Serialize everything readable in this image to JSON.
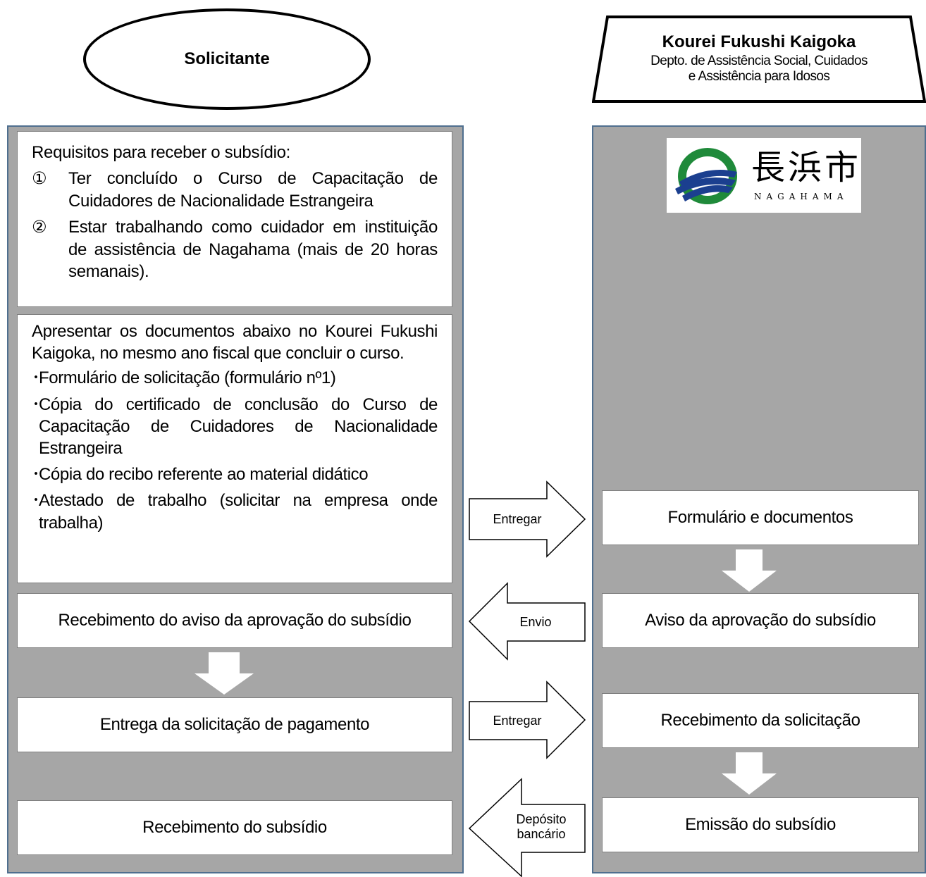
{
  "applicant": {
    "title": "Solicitante"
  },
  "office": {
    "title": "Kourei Fukushi Kaigoka",
    "subtitle_line1": "Depto. de Assistência Social, Cuidados",
    "subtitle_line2": "e Assistência para Idosos"
  },
  "requirements": {
    "heading": "Requisitos para receber o subsídio:",
    "items": [
      {
        "num": "①",
        "text": "Ter concluído o Curso de Capacitação de Cuidadores de Nacionalidade Estrangeira"
      },
      {
        "num": "②",
        "text": "Estar trabalhando como cuidador em instituição de assistência de Nagahama (mais de 20 horas semanais)."
      }
    ]
  },
  "documents": {
    "intro": "Apresentar os documentos abaixo no Kourei Fukushi Kaigoka, no mesmo ano fiscal que concluir o curso.",
    "bullet": "･",
    "items": [
      "Formulário de solicitação (formulário nº1)",
      "Cópia do certificado de conclusão do Curso de Capacitação de Cuidadores de Nacionalidade Estrangeira",
      "Cópia do recibo referente ao material didático",
      "Atestado de trabalho (solicitar na empresa onde trabalha)"
    ]
  },
  "left_steps": {
    "approval_notice": "Recebimento do aviso da aprovação do subsídio",
    "payment_request": "Entrega da solicitação de pagamento",
    "subsidy_received": "Recebimento do subsídio"
  },
  "right_steps": {
    "forms": "Formulário e documentos",
    "approval": "Aviso da aprovação do subsídio",
    "request_received": "Recebimento da solicitação",
    "issuance": "Emissão do subsídio"
  },
  "arrows": {
    "deliver1": "Entregar",
    "send": "Envio",
    "deliver2": "Entregar",
    "deposit_line1": "Depósito",
    "deposit_line2": "bancário"
  },
  "logo": {
    "kanji": "長浜市",
    "romaji": "NAGAHAMA",
    "icon": "nagahama-city-emblem"
  },
  "colors": {
    "lane": "#a6a6a6",
    "lane_border": "#4f6f8f",
    "box": "#ffffff"
  }
}
